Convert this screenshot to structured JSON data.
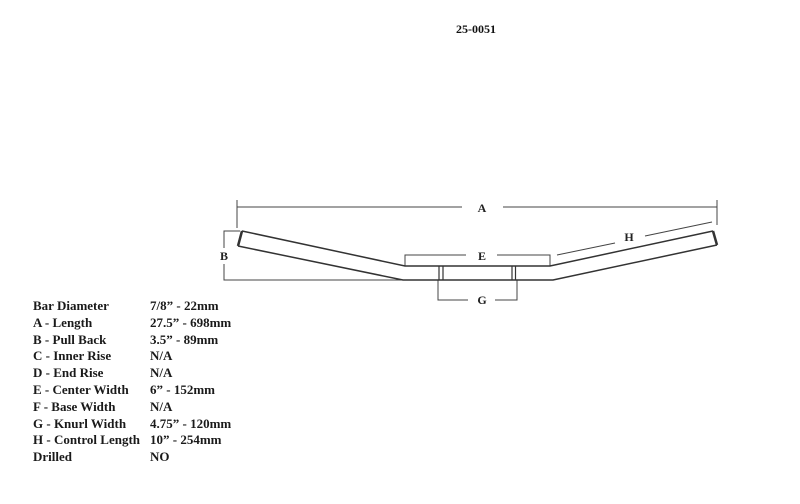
{
  "part_number": "25-0051",
  "diagram": {
    "labels": {
      "a": "A",
      "b": "B",
      "e": "E",
      "g": "G",
      "h": "H"
    }
  },
  "specs": [
    {
      "label": "Bar Diameter",
      "value": "7/8” - 22mm"
    },
    {
      "label": "A - Length",
      "value": "27.5” - 698mm"
    },
    {
      "label": "B - Pull Back",
      "value": "3.5” - 89mm"
    },
    {
      "label": "C - Inner Rise",
      "value": "N/A"
    },
    {
      "label": "D - End Rise",
      "value": "N/A"
    },
    {
      "label": "E - Center Width",
      "value": "6” - 152mm"
    },
    {
      "label": "F - Base Width",
      "value": "N/A"
    },
    {
      "label": "G - Knurl Width",
      "value": "4.75” - 120mm"
    },
    {
      "label": "H - Control Length",
      "value": "10” - 254mm"
    },
    {
      "label": "Drilled",
      "value": "NO"
    }
  ]
}
